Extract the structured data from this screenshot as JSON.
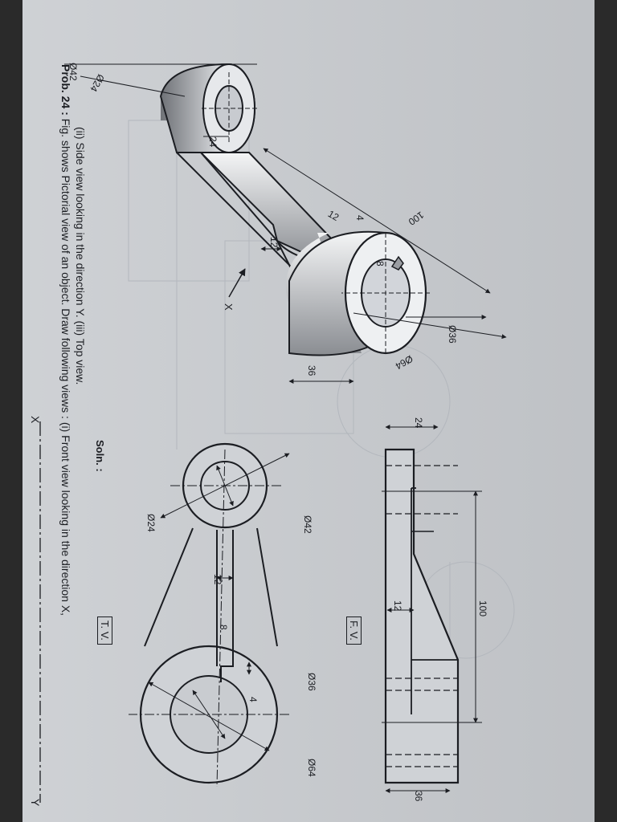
{
  "problem": {
    "number": "Prob. 24 :",
    "statement_line1": "Fig. shows Pictorial view of an object. Draw following views : (i) Front view looking in the direction X,",
    "statement_line2": "(ii) Side view looking in the direction Y. (iii) Top view.",
    "solution_label": "Soln. :"
  },
  "pictorial": {
    "dims": {
      "d42": "Ø42",
      "d24": "Ø24",
      "w24": "24",
      "w12": "12",
      "w12b": "12",
      "w4": "4",
      "w8": "8",
      "len100": "100",
      "d36": "Ø36",
      "d64": "Ø64",
      "w36": "36"
    },
    "direction_x": "X"
  },
  "front_view": {
    "tag": "F. V.",
    "dims": {
      "w24": "24",
      "len100": "100",
      "w12": "12",
      "w36": "36"
    }
  },
  "top_view": {
    "tag": "T. V.",
    "dims": {
      "d24": "Ø24",
      "d42": "Ø42",
      "w12": "12",
      "w8": "8",
      "w4": "4",
      "d36": "Ø36",
      "d64": "Ø64"
    }
  },
  "xy_line": {
    "x": "X",
    "y": "Y"
  }
}
